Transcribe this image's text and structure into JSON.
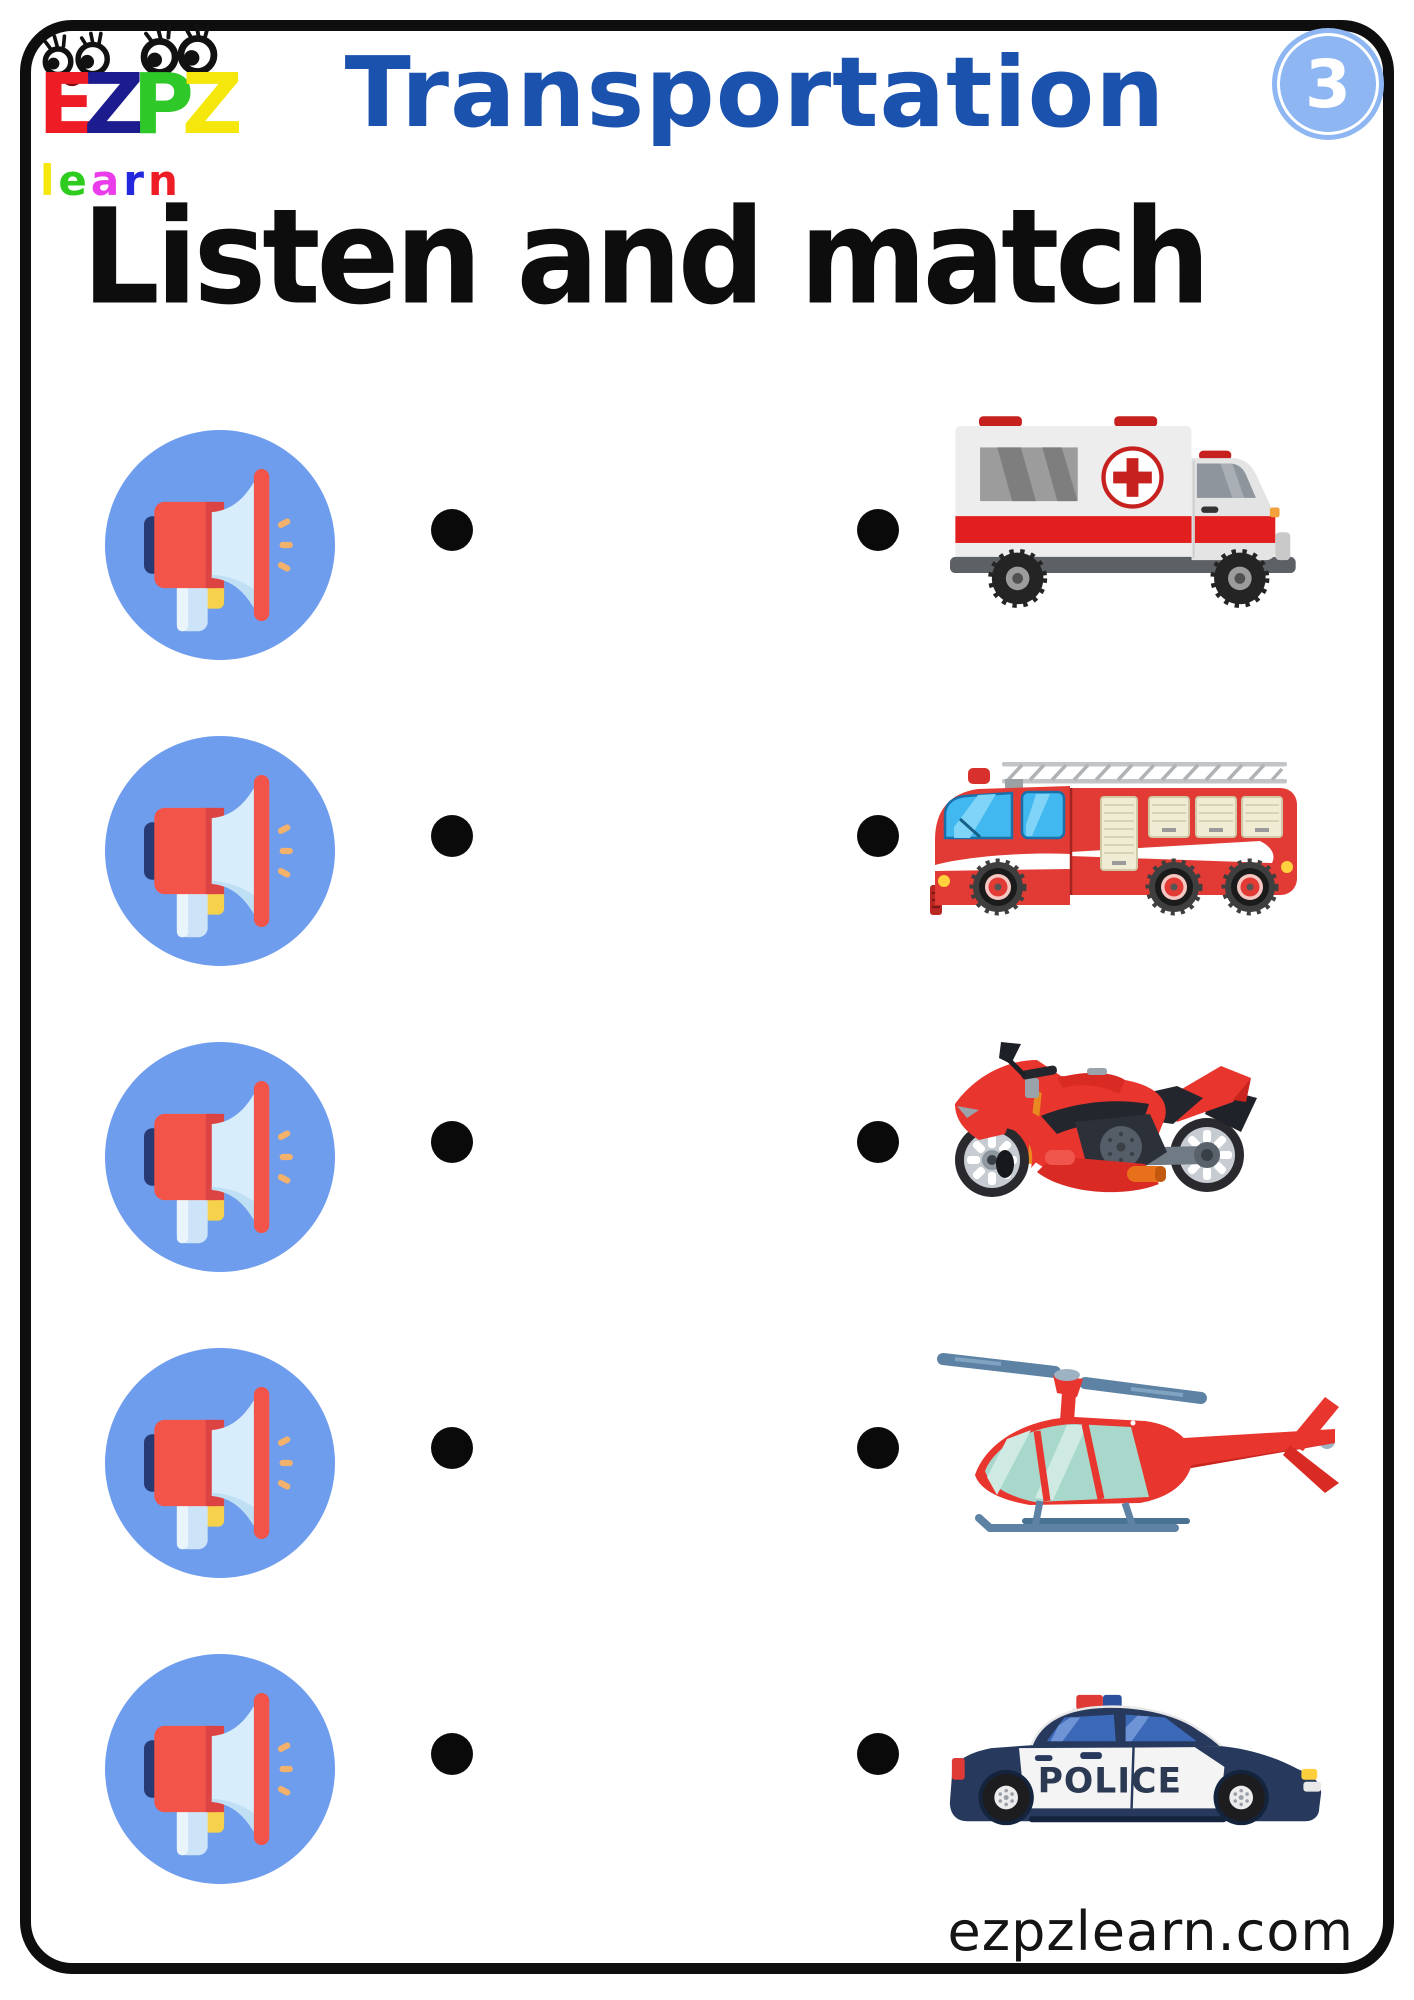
{
  "header": {
    "logo": {
      "ezpz_letters": [
        {
          "char": "E",
          "color": "#ee1c24"
        },
        {
          "char": "Z",
          "color": "#1c1c8f"
        },
        {
          "char": "P",
          "color": "#2ec829"
        },
        {
          "char": "Z",
          "color": "#f5e70c"
        }
      ],
      "learn_letters": [
        {
          "char": "l",
          "color": "#f5e70c"
        },
        {
          "char": "e",
          "color": "#2ecc1e"
        },
        {
          "char": "a",
          "color": "#ea3cea"
        },
        {
          "char": "r",
          "color": "#2327dd"
        },
        {
          "char": "n",
          "color": "#ee1c24"
        }
      ]
    },
    "title": "Transportation",
    "title_color": "#1a52ae",
    "page_number_badge": "3",
    "badge_color": "#8db6f2"
  },
  "instruction": "Listen and match",
  "match_rows": [
    {
      "prompt_icon": "megaphone-icon",
      "vehicle_icon": "ambulance-icon"
    },
    {
      "prompt_icon": "megaphone-icon",
      "vehicle_icon": "fire-truck-icon"
    },
    {
      "prompt_icon": "megaphone-icon",
      "vehicle_icon": "motorcycle-icon"
    },
    {
      "prompt_icon": "megaphone-icon",
      "vehicle_icon": "helicopter-icon"
    },
    {
      "prompt_icon": "megaphone-icon",
      "vehicle_icon": "police-car-icon",
      "vehicle_label": "POLICE"
    }
  ],
  "footer": {
    "website": "ezpzlearn.com"
  },
  "colors": {
    "megaphone_circle": "#6f9ded",
    "match_dot": "#0a0a0a",
    "vehicle_red": "#e8352e",
    "police_navy": "#27395d",
    "border_black": "#0e0e0e"
  }
}
